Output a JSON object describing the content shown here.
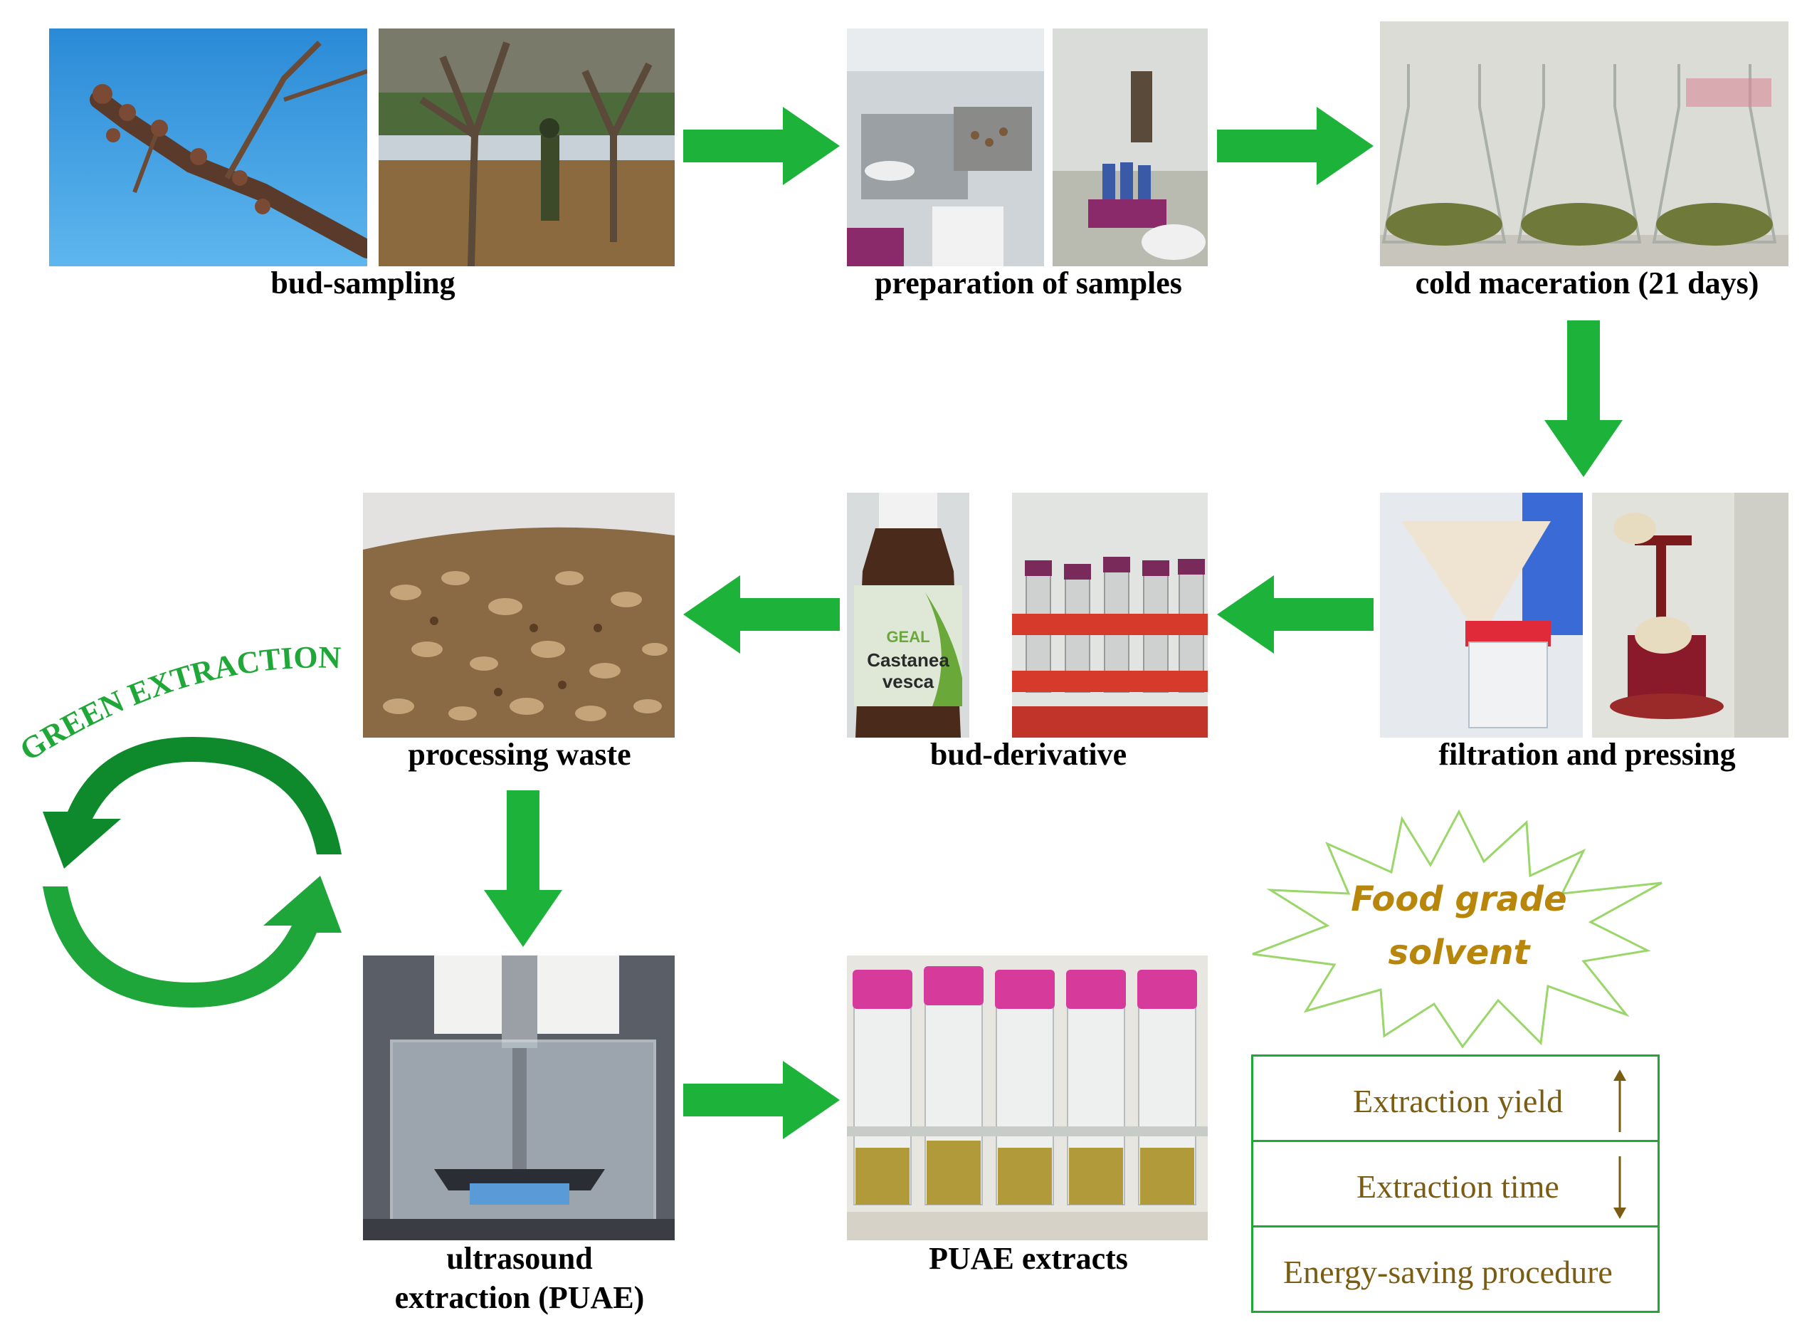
{
  "steps": {
    "bud_sampling": "bud-sampling",
    "preparation": "preparation of samples",
    "cold_maceration": "cold maceration (21 days)",
    "filtration": "filtration and pressing",
    "bud_derivative": "bud-derivative",
    "processing_waste": "processing waste",
    "ultrasound_line1": "ultrasound",
    "ultrasound_line2": "extraction (PUAE)",
    "puae_extracts": "PUAE extracts"
  },
  "bottle_label": {
    "brand": "GEAL",
    "name_line1": "Castanea",
    "name_line2": "vesca"
  },
  "cycle_label": "GREEN EXTRACTION",
  "burst": {
    "line1": "Food grade",
    "line2": "solvent"
  },
  "properties": [
    {
      "label": "Extraction yield",
      "trend": "up"
    },
    {
      "label": "Extraction time",
      "trend": "down"
    },
    {
      "label": "Energy-saving procedure",
      "trend": ""
    }
  ],
  "colors": {
    "arrow_green": "#1db33b",
    "cycle_green": "#0e8a2c",
    "burst_text": "#b8860b",
    "property_text": "#7a5d12"
  }
}
